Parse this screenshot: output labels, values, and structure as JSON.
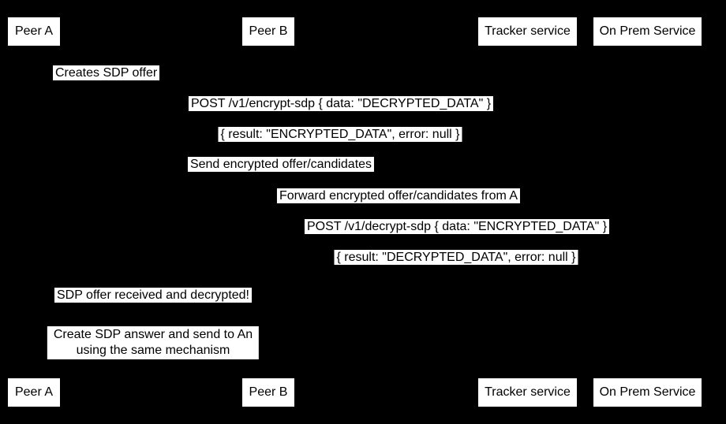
{
  "diagram": {
    "kind": "sequence-diagram",
    "theme": {
      "background_color": "#000000",
      "label_fill_color": "#ffffff",
      "label_text_color": "#000000"
    },
    "participants": [
      {
        "label": "Peer A"
      },
      {
        "label": "Peer B"
      },
      {
        "label": "Tracker service"
      },
      {
        "label": "On Prem Service"
      }
    ],
    "messages": [
      {
        "label": "Creates SDP offer"
      },
      {
        "label": "POST /v1/encrypt-sdp { data: \"DECRYPTED_DATA\" }"
      },
      {
        "label": "{ result: \"ENCRYPTED_DATA\", error: null }"
      },
      {
        "label": "Send encrypted offer/candidates"
      },
      {
        "label": "Forward encrypted offer/candidates from A"
      },
      {
        "label": "POST /v1/decrypt-sdp { data: \"ENCRYPTED_DATA\" }"
      },
      {
        "label": "{ result: \"DECRYPTED_DATA\", error: null }"
      },
      {
        "label": "SDP offer received and decrypted!"
      },
      {
        "label": "Create SDP answer and send to An\nusing the same mechanism"
      }
    ]
  }
}
